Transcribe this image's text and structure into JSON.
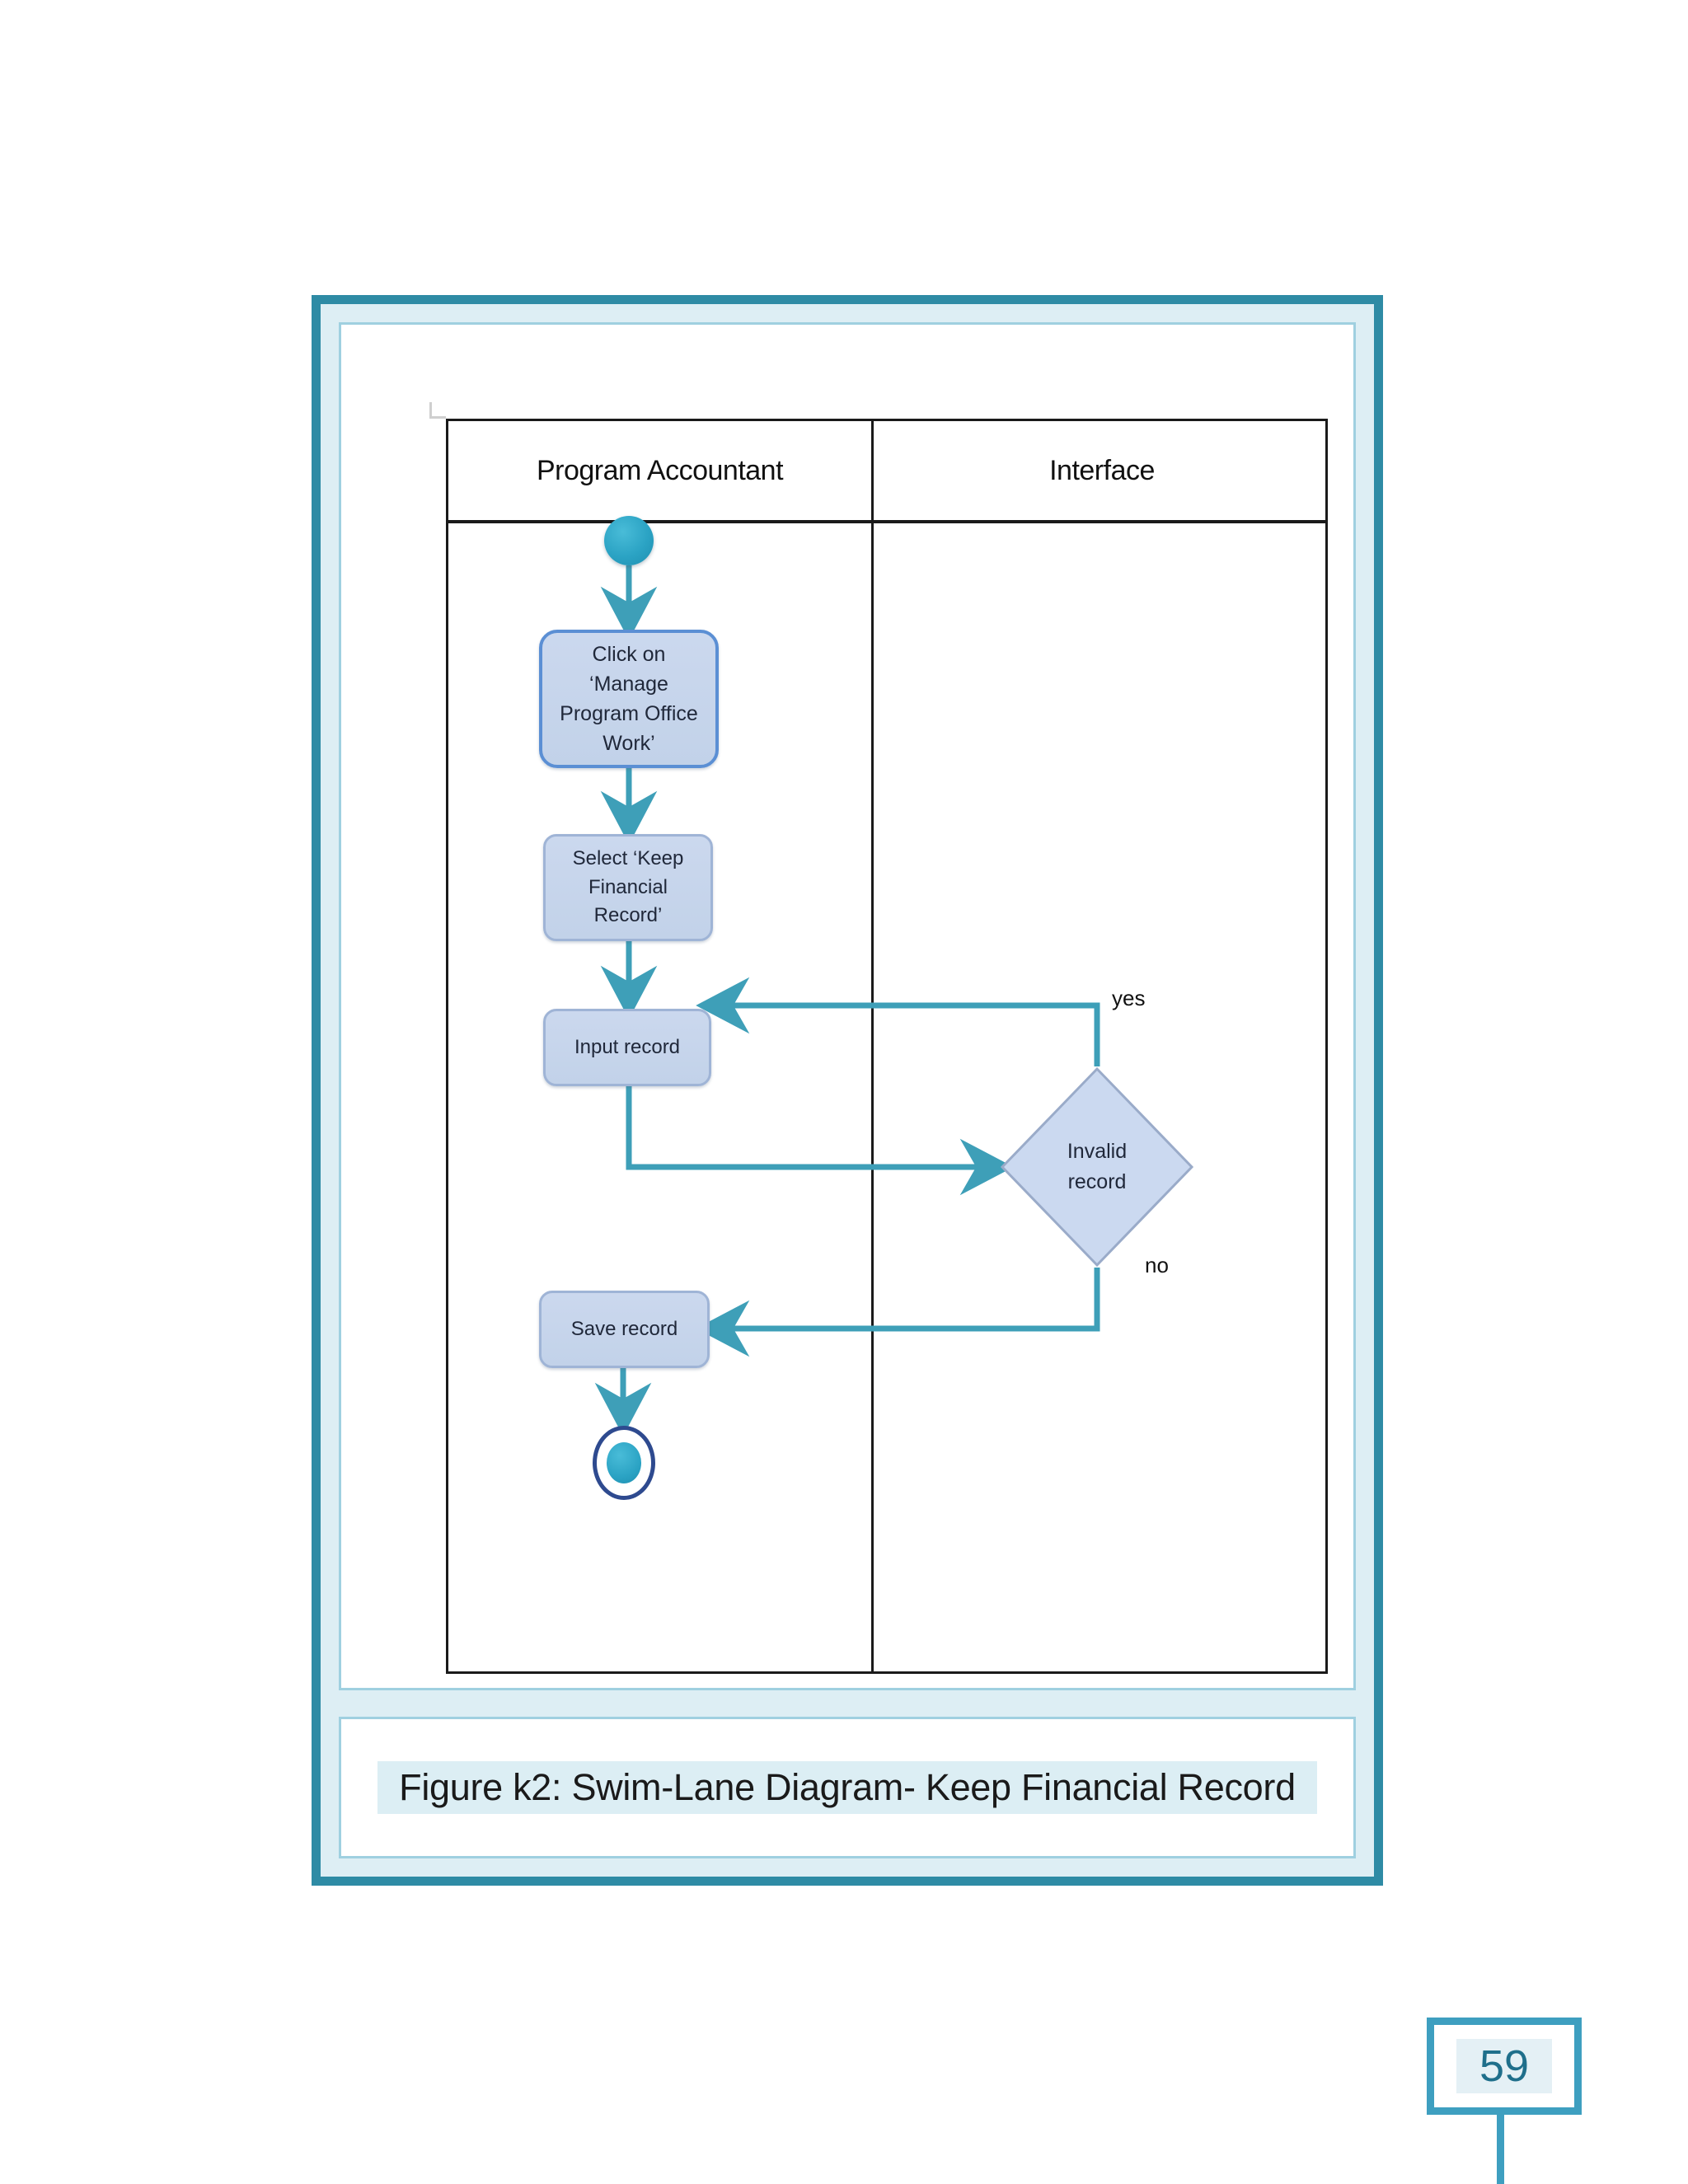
{
  "figure": {
    "caption": "Figure k2: Swim-Lane Diagram- Keep Financial Record",
    "accent_color": "#2e8ba5",
    "band_color": "#dceef4",
    "panel_border_color": "#9fd0e0"
  },
  "page": {
    "number": "59",
    "badge_border_color": "#3e9fc0",
    "number_color": "#1f6f8b"
  },
  "diagram": {
    "type": "swimlane-activity-diagram",
    "lanes": [
      {
        "id": "lane-program-accountant",
        "title": "Program Accountant"
      },
      {
        "id": "lane-interface",
        "title": "Interface"
      }
    ],
    "nodes": [
      {
        "id": "start",
        "type": "initial-node",
        "lane": "lane-program-accountant",
        "label": ""
      },
      {
        "id": "click-manage",
        "type": "action",
        "lane": "lane-program-accountant",
        "label": "Click on ‘Manage Program Office Work’"
      },
      {
        "id": "select-keep",
        "type": "action",
        "lane": "lane-program-accountant",
        "label": "Select ‘Keep Financial Record’"
      },
      {
        "id": "input-record",
        "type": "action",
        "lane": "lane-program-accountant",
        "label": "Input record"
      },
      {
        "id": "invalid-record",
        "type": "decision",
        "lane": "lane-interface",
        "label_line1": "Invalid",
        "label_line2": "record"
      },
      {
        "id": "save-record",
        "type": "action",
        "lane": "lane-program-accountant",
        "label": "Save record"
      },
      {
        "id": "end",
        "type": "final-node",
        "lane": "lane-program-accountant",
        "label": ""
      }
    ],
    "edges": [
      {
        "from": "start",
        "to": "click-manage",
        "label": ""
      },
      {
        "from": "click-manage",
        "to": "select-keep",
        "label": ""
      },
      {
        "from": "select-keep",
        "to": "input-record",
        "label": ""
      },
      {
        "from": "input-record",
        "to": "invalid-record",
        "label": ""
      },
      {
        "from": "invalid-record",
        "to": "input-record",
        "label": "yes"
      },
      {
        "from": "invalid-record",
        "to": "save-record",
        "label": "no"
      },
      {
        "from": "save-record",
        "to": "end",
        "label": ""
      }
    ],
    "edge_labels": {
      "yes": "yes",
      "no": "no"
    },
    "colors": {
      "arrow": "#3e9fb8",
      "action_fill": "#c6d5ec",
      "action_border": "#9fb4d6",
      "primary_action_border": "#5b8fd4",
      "decision_fill": "#cbd9f0",
      "decision_border": "#9aabc9",
      "node_marker": "#2ba3c4",
      "final_ring": "#2e4a8f",
      "lane_border": "#1a1a1a"
    }
  }
}
